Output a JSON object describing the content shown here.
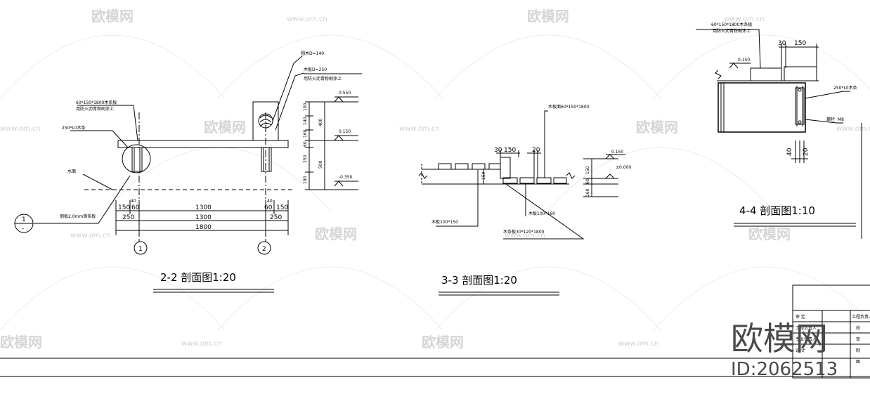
{
  "watermark": {
    "logo_text": "欧模网",
    "url_text": "www.om.cn"
  },
  "section_2_2": {
    "title": "2-2 剖面图1:20",
    "note_beam_top": "60*150*1800木条板",
    "note_beam_sub": "用防火沥青粉刷涂上",
    "note_post": "250*L0木条",
    "note_water": "水面",
    "note_bottom": "钢板2.0mm钢条板",
    "note_cap1": "圆木D=140",
    "note_cap2": "木板D=250",
    "note_cap3": "用防火沥青粉刷涂上",
    "elev_top": "0.550",
    "elev_mid": "0.150",
    "elev_low": "-0.350",
    "vdims": [
      "100",
      "140",
      "160",
      "60",
      "250",
      "190"
    ],
    "vdims_total": [
      "400",
      "500"
    ],
    "hdim_row1": [
      "150",
      "60",
      "1300",
      "60",
      "150"
    ],
    "hdim_row2": [
      "250",
      "1300",
      "250"
    ],
    "hdim_row3": "1800",
    "top_dim": "40",
    "top_dim2": "40",
    "grid_1": "1",
    "grid_2": "2",
    "ref_circle": "1",
    "ref_sub": "-"
  },
  "section_3_3": {
    "title": "3-3 剖面图1:20",
    "note_top": "木板面60*150*1800",
    "note_left": "木板100*150",
    "note_mid": "木板100*160",
    "note_bottom": "木条板30*120*1800",
    "dim_30": "30",
    "dim_150": "150",
    "dim_20": "20",
    "elev_top": "0.150",
    "elev_zero": "±0.000",
    "vdim_a": "150",
    "vdim_b": "60",
    "vdim_c": "160",
    "vdim_side": "150"
  },
  "section_4_4": {
    "title": "4-4 剖面图1:10",
    "note_top": "60*150*1800木条板",
    "note_sub": "用防火沥青粉刷涂上",
    "note_right": "250*L0木条",
    "note_right2": "螺栓",
    "note_right3": "M8",
    "dim_30": "30",
    "dim_150": "150",
    "elev": "0.150",
    "dim_40": "40",
    "dim_20": "20"
  },
  "title_block": {
    "rows": [
      "审 定",
      "工程负责人",
      "专业负责人",
      "设 计"
    ],
    "right_header": "工程负责人",
    "right_cells": [
      "校",
      "审",
      "制",
      "图"
    ]
  },
  "brand": {
    "logo": "欧模网",
    "id": "ID:2062513"
  }
}
